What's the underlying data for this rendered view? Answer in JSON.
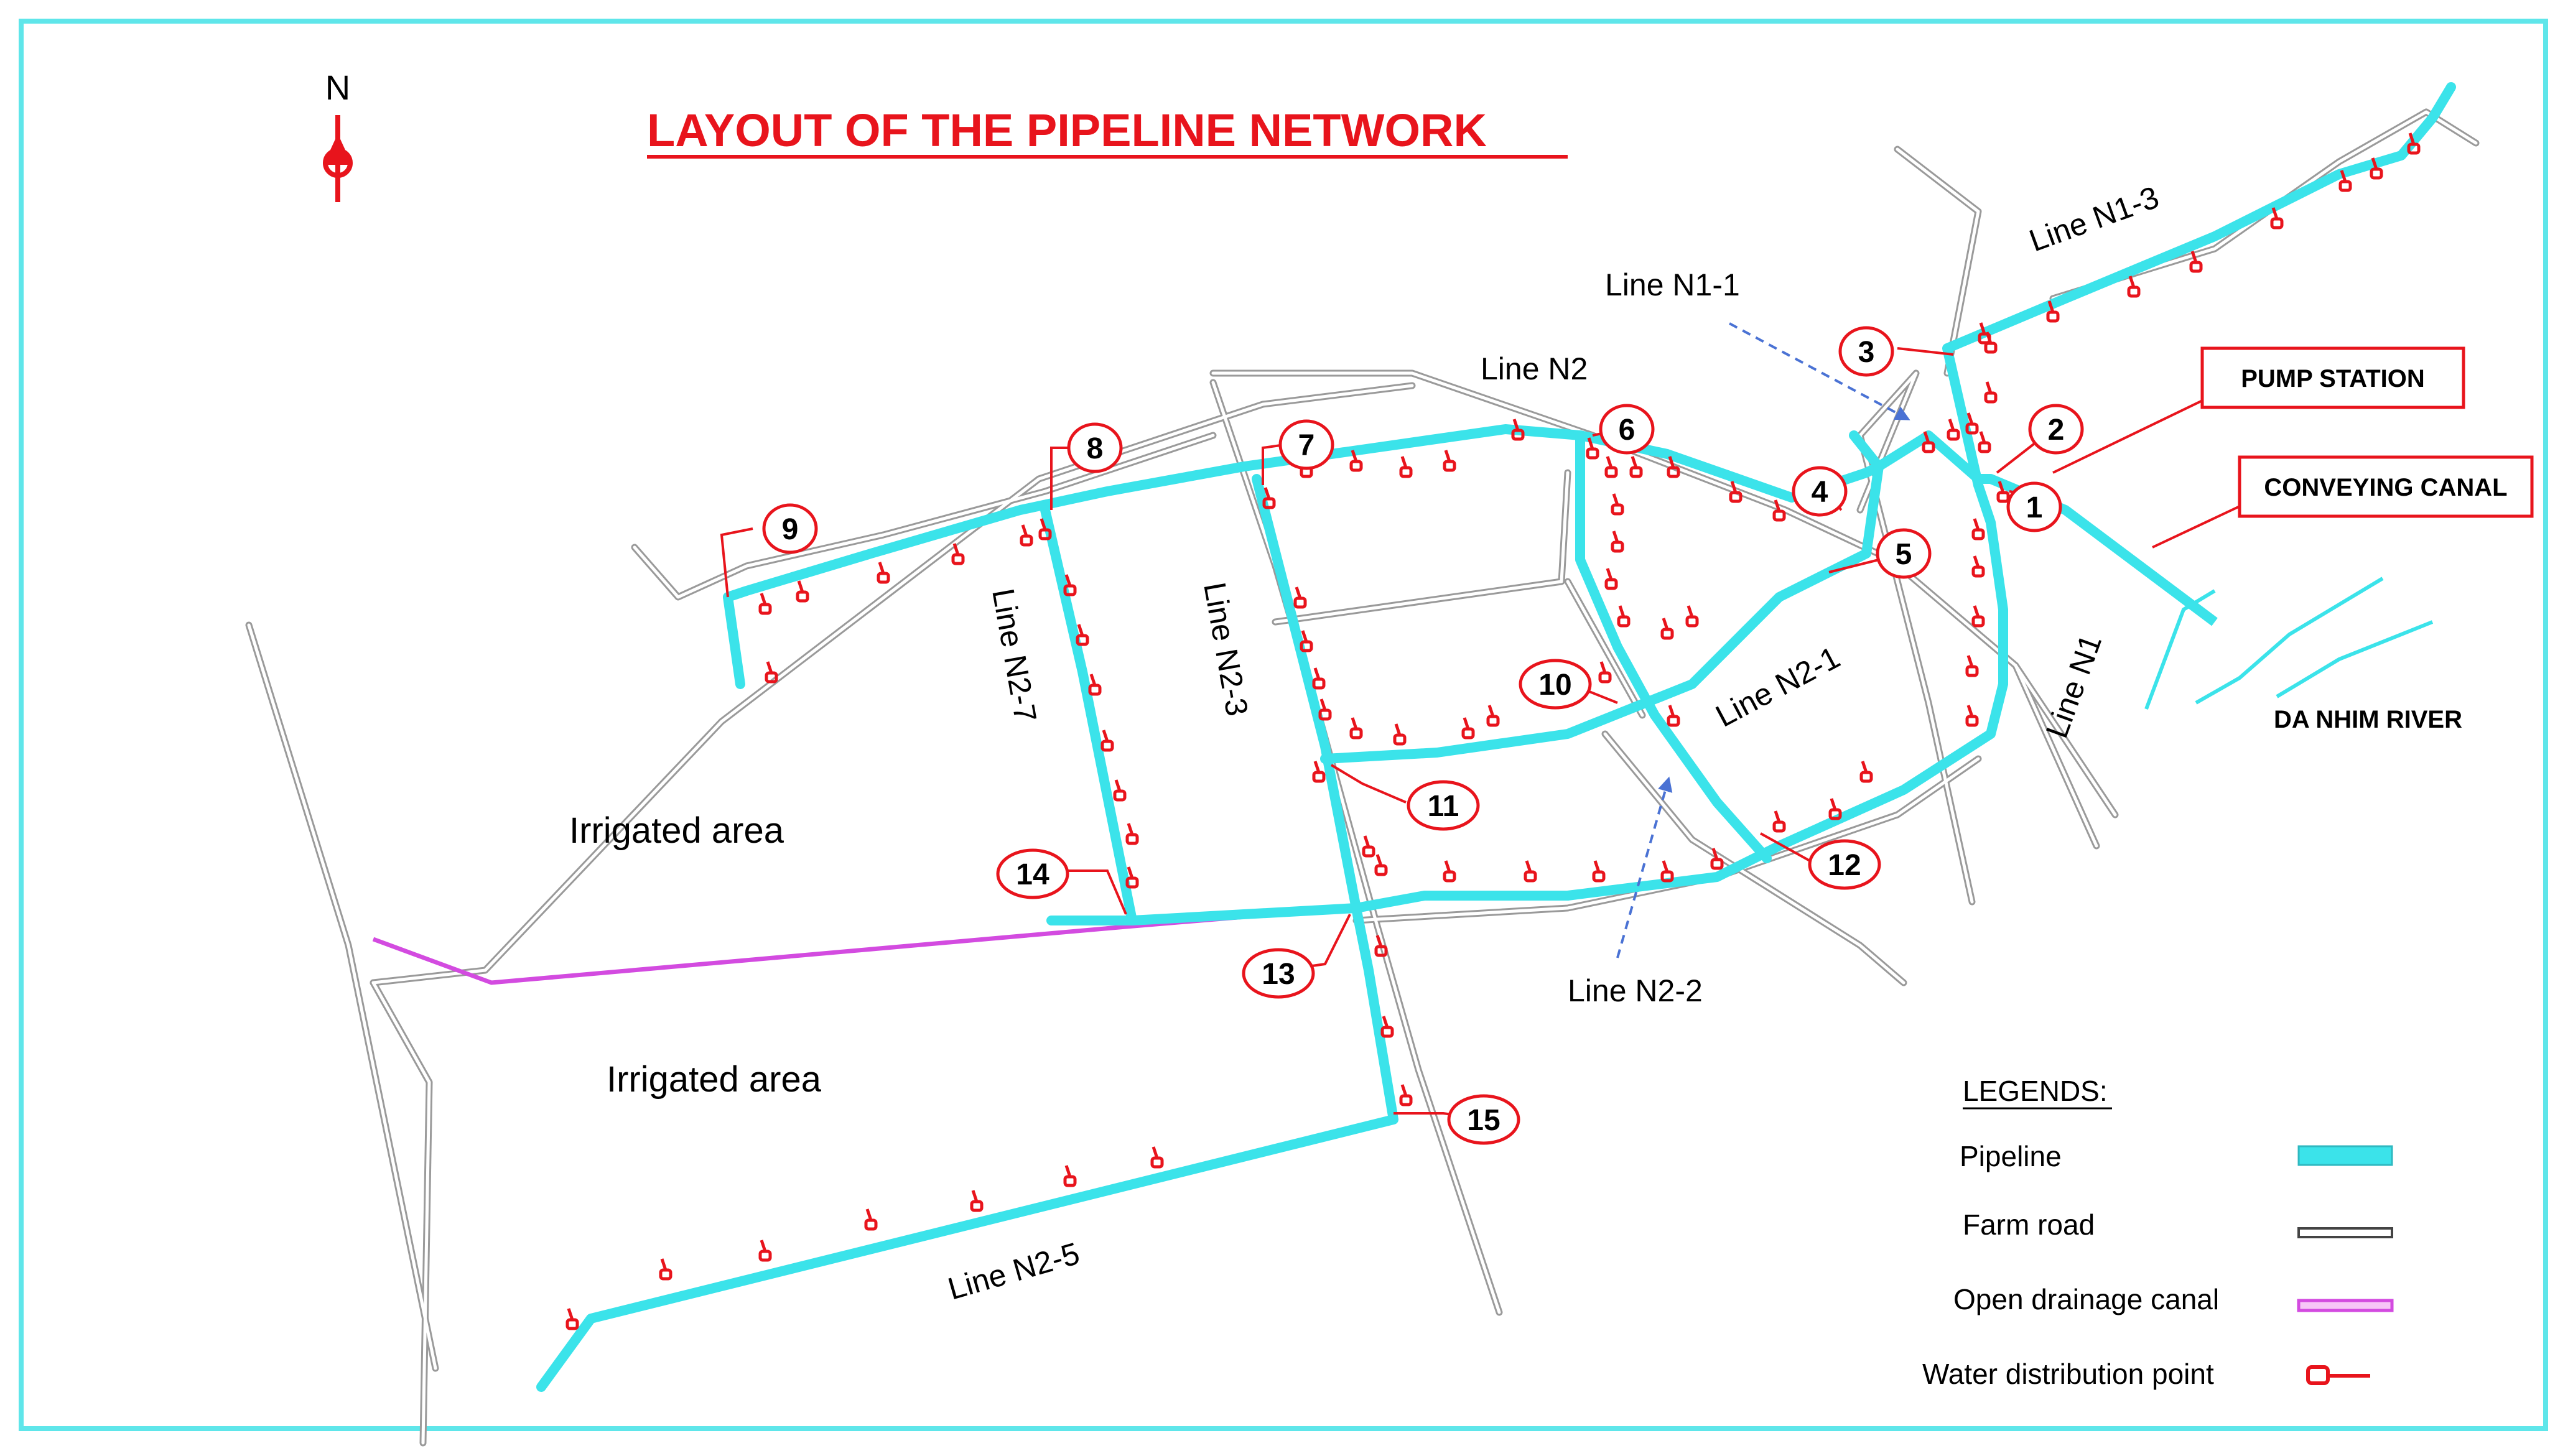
{
  "title": "LAYOUT OF THE PIPELINE NETWORK",
  "north_label": "N",
  "colors": {
    "pipeline": "#3be3ea",
    "pipeline_outline": "#9a9a9a",
    "farm_road": "#9a9a9a",
    "drainage_canal": "#d34be0",
    "distribution_point": "#e8141c",
    "title": "#e8141c",
    "frame": "#5fe6ea",
    "arrow": "#4a72d4"
  },
  "area_labels": [
    "Irrigated area",
    "Irrigated area"
  ],
  "line_labels": [
    "Line N1-3",
    "Line N1-1",
    "Line N2",
    "Line N2-7",
    "Line N2-3",
    "Line N2-1",
    "Line N1",
    "Line N2-2",
    "Line N2-5"
  ],
  "callouts": [
    "PUMP STATION",
    "CONVEYING CANAL"
  ],
  "river_label": "DA NHIM RIVER",
  "nodes": [
    "1",
    "2",
    "3",
    "4",
    "5",
    "6",
    "7",
    "8",
    "9",
    "10",
    "11",
    "12",
    "13",
    "14",
    "15"
  ],
  "legend": {
    "heading": "LEGENDS:",
    "items": [
      {
        "label": "Pipeline",
        "symbol": "pipeline"
      },
      {
        "label": "Farm road",
        "symbol": "farm-road"
      },
      {
        "label": "Open drainage canal",
        "symbol": "drainage-canal"
      },
      {
        "label": "Water distribution point",
        "symbol": "distribution-point"
      }
    ]
  }
}
